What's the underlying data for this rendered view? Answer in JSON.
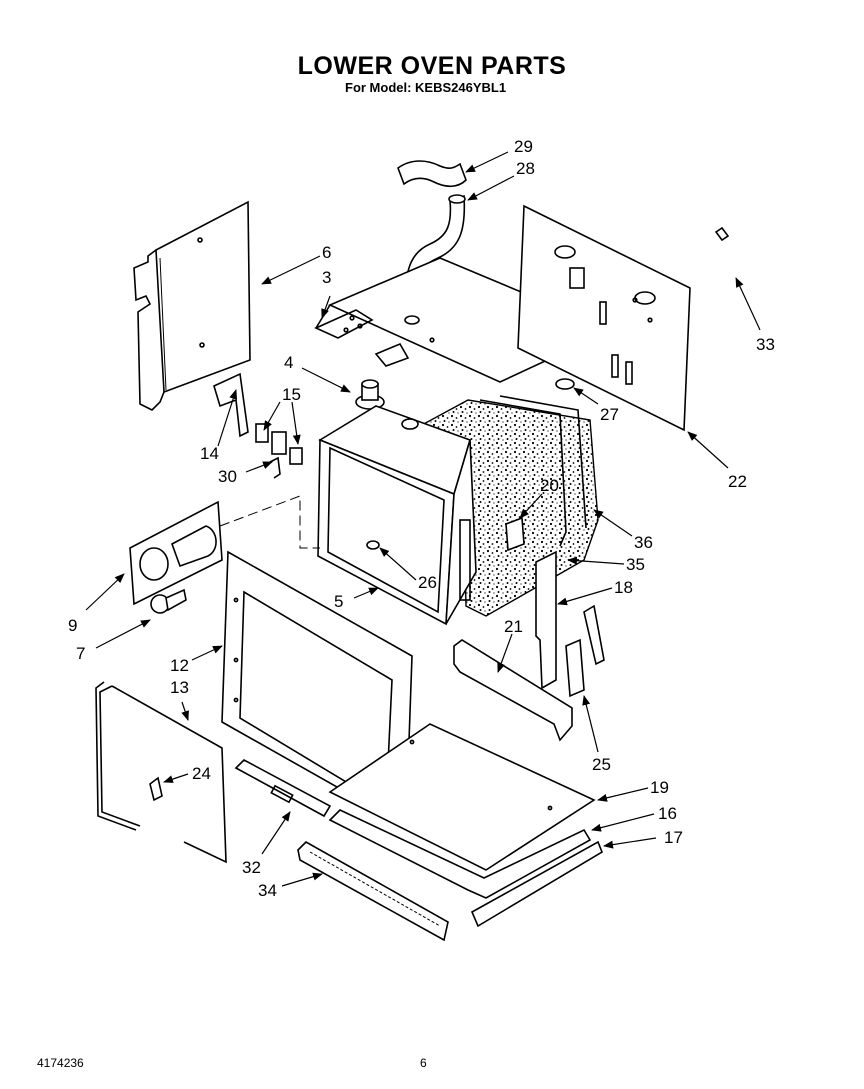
{
  "title": "LOWER OVEN PARTS",
  "subtitle": "For Model: KEBS246YBL1",
  "footer": {
    "doc_number": "4174236",
    "page_number": "6"
  },
  "callouts": [
    {
      "id": "c29",
      "label": "29"
    },
    {
      "id": "c28",
      "label": "28"
    },
    {
      "id": "c6",
      "label": "6"
    },
    {
      "id": "c3",
      "label": "3"
    },
    {
      "id": "c33",
      "label": "33"
    },
    {
      "id": "c4",
      "label": "4"
    },
    {
      "id": "c27",
      "label": "27"
    },
    {
      "id": "c15",
      "label": "15"
    },
    {
      "id": "c14",
      "label": "14"
    },
    {
      "id": "c22",
      "label": "22"
    },
    {
      "id": "c30",
      "label": "30"
    },
    {
      "id": "c20",
      "label": "20"
    },
    {
      "id": "c36",
      "label": "36"
    },
    {
      "id": "c35",
      "label": "35"
    },
    {
      "id": "c18",
      "label": "18"
    },
    {
      "id": "c26",
      "label": "26"
    },
    {
      "id": "c5",
      "label": "5"
    },
    {
      "id": "c9",
      "label": "9"
    },
    {
      "id": "c21",
      "label": "21"
    },
    {
      "id": "c7",
      "label": "7"
    },
    {
      "id": "c12",
      "label": "12"
    },
    {
      "id": "c13",
      "label": "13"
    },
    {
      "id": "c25",
      "label": "25"
    },
    {
      "id": "c24",
      "label": "24"
    },
    {
      "id": "c19",
      "label": "19"
    },
    {
      "id": "c16",
      "label": "16"
    },
    {
      "id": "c17",
      "label": "17"
    },
    {
      "id": "c32",
      "label": "32"
    },
    {
      "id": "c34",
      "label": "34"
    }
  ]
}
